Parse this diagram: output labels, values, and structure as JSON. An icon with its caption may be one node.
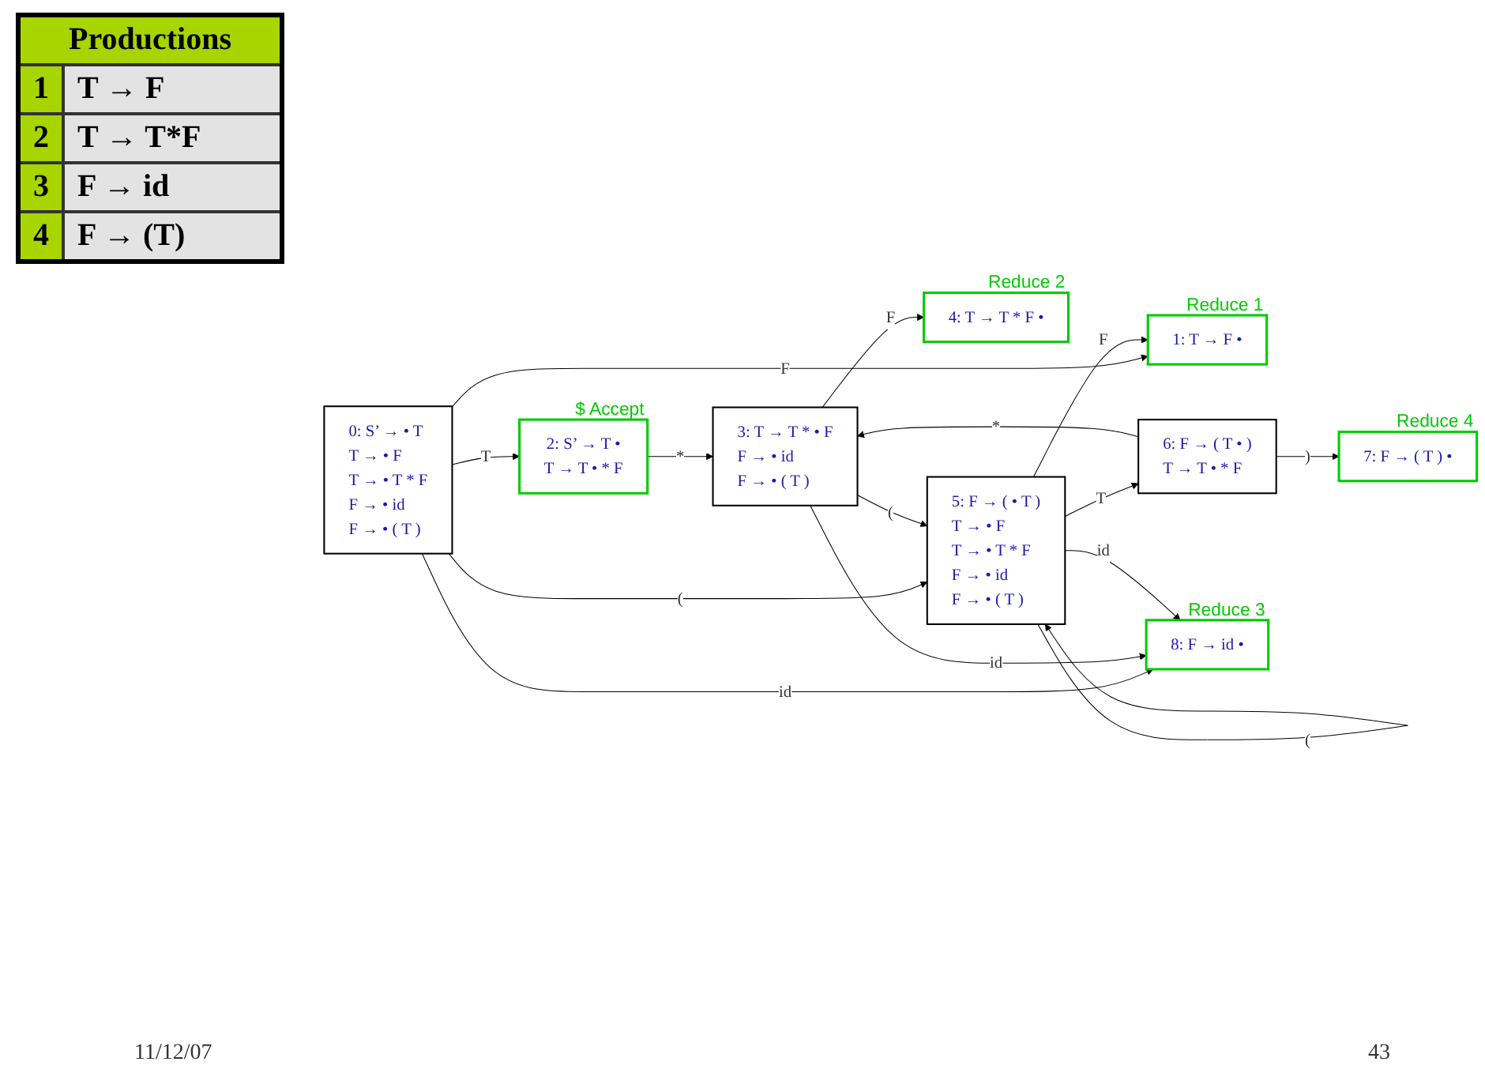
{
  "diagram": {
    "nodes": [
      {
        "text": [
          "0: S’ → • T",
          "T → • F",
          "T → • T * F",
          "F → • id",
          "F → • ( T )"
        ]
      },
      {
        "text": [
          "1: T → F •"
        ],
        "beside": [
          "Reduce 1"
        ]
      },
      {
        "text": [
          "2: S’ → T •",
          "T → T • * F"
        ],
        "beside": [
          "$ Accept"
        ]
      },
      {
        "text": [
          "3: T → T * • F",
          "F → • id",
          "F → • ( T )"
        ]
      },
      {
        "text": [
          "4: T → T * F •"
        ],
        "beside": [
          "Reduce 2"
        ]
      },
      {
        "text": [
          "5: F → ( • T )",
          "T → • F",
          "T → • T * F",
          "F → • id",
          "F → • ( T )"
        ]
      },
      {
        "text": [
          "6: F → ( T • )",
          "T → T • * F"
        ]
      },
      {
        "text": [
          "7: F → ( T ) •"
        ],
        "beside": [
          "Reduce 4"
        ]
      },
      {
        "text": [
          "8: F → id •"
        ],
        "beside": [
          "Reduce 3"
        ]
      }
    ],
    "edges": [
      {
        "from": 0,
        "to": 1,
        "arrow": "to",
        "label": "F"
      },
      {
        "from": 0,
        "to": 2,
        "arrow": "to",
        "label": "T"
      },
      {
        "from": 0,
        "to": 8,
        "arrow": "to",
        "label": "id"
      },
      {
        "from": 0,
        "to": 5,
        "arrow": "to",
        "label": "("
      },
      {
        "from": 2,
        "to": 3,
        "arrow": "to",
        "label": "*"
      },
      {
        "from": 3,
        "to": 4,
        "arrow": "to",
        "label": "F"
      },
      {
        "from": 3,
        "to": 8,
        "arrow": "to",
        "label": "id"
      },
      {
        "from": 3,
        "to": 5,
        "arrow": "to",
        "label": "("
      },
      {
        "from": 5,
        "to": 8,
        "arrow": "to",
        "label": "id"
      },
      {
        "from": 5,
        "to": 6,
        "arrow": "to",
        "label": "T"
      },
      {
        "from": 5,
        "to": 5,
        "arrow": "to",
        "label": "("
      },
      {
        "from": 5,
        "to": 1,
        "arrow": "to",
        "label": "F"
      },
      {
        "from": 6,
        "to": 7,
        "arrow": "to",
        "label": ")"
      },
      {
        "from": 6,
        "to": 3,
        "arrow": "to",
        "label": "*"
      }
    ],
    "labels": [
      "Productions",
      "1",
      "T → F",
      "2",
      "T → T*F",
      "3",
      "F → id",
      "4",
      "F → (T)",
      "11/12/07",
      "43"
    ]
  }
}
